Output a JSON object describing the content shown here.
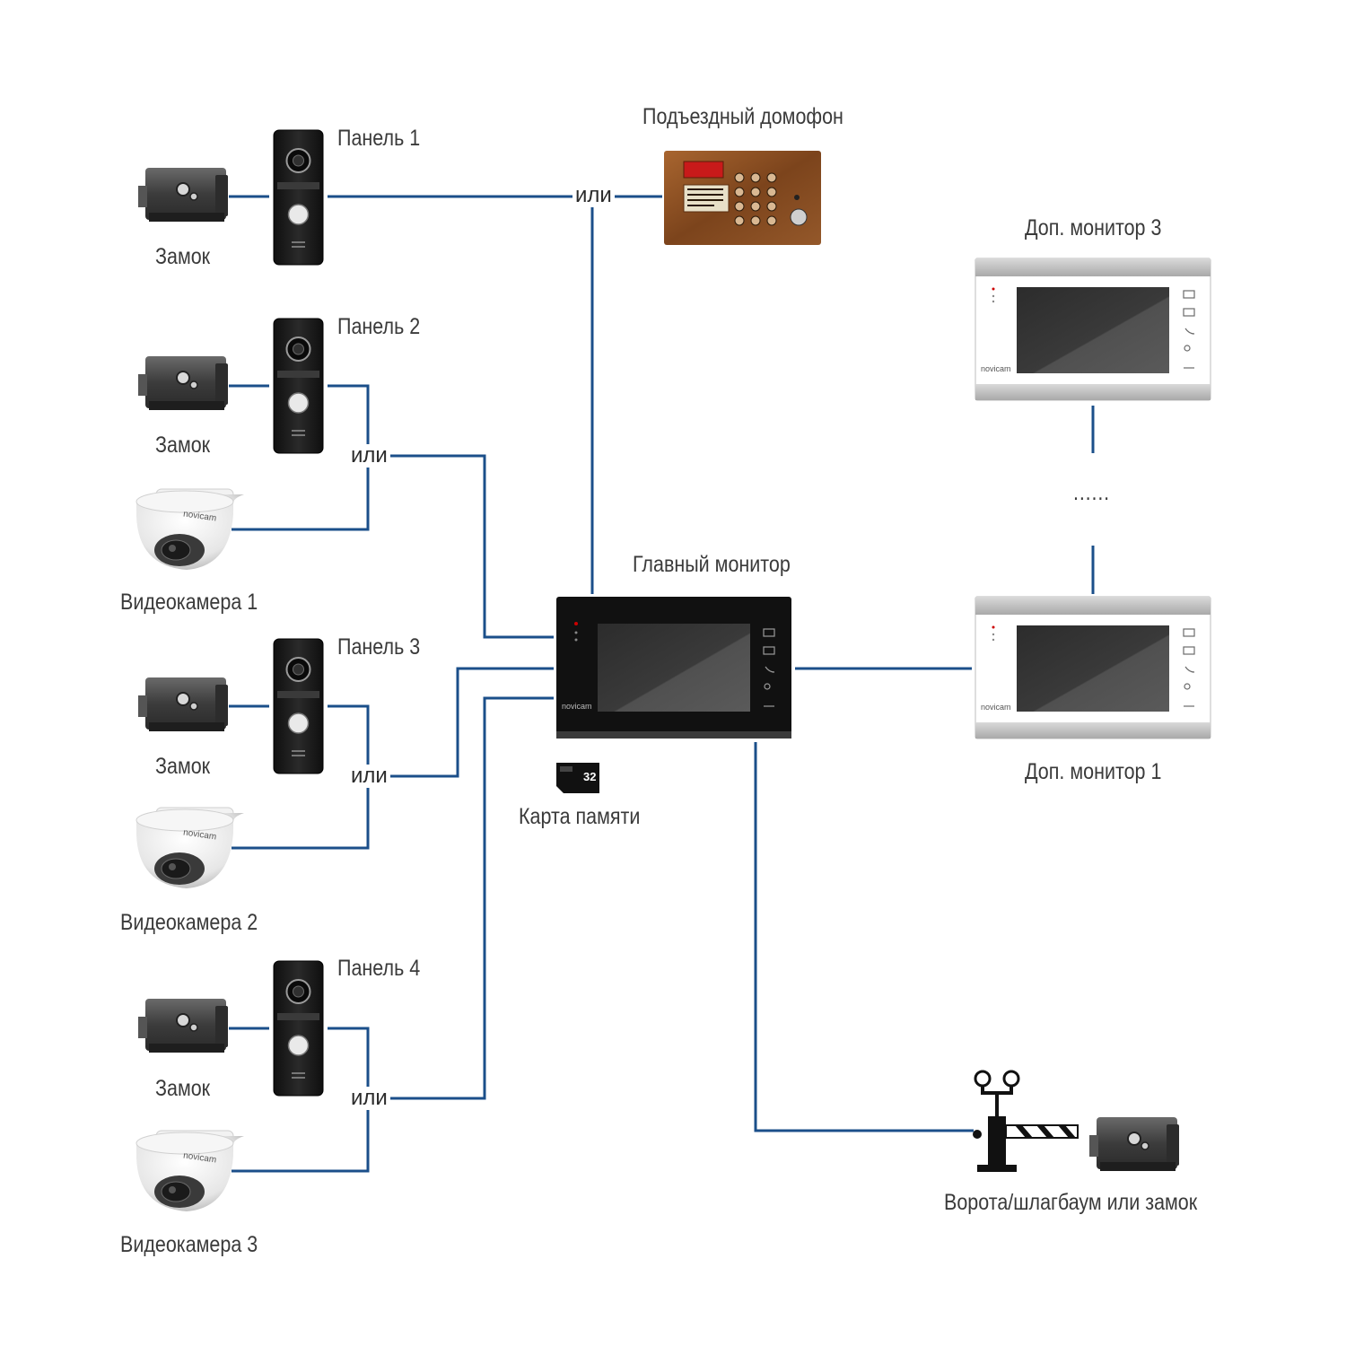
{
  "diagram": {
    "title_entrance_intercom": "Подъездный домофон",
    "panels": [
      {
        "label": "Панель 1",
        "lock_label": "Замок"
      },
      {
        "label": "Панель 2",
        "lock_label": "Замок",
        "camera_label": "Видеокамера 1"
      },
      {
        "label": "Панель 3",
        "lock_label": "Замок",
        "camera_label": "Видеокамера 2"
      },
      {
        "label": "Панель 4",
        "lock_label": "Замок",
        "camera_label": "Видеокамера 3"
      }
    ],
    "or_word": "или",
    "main_monitor": {
      "label": "Главный монитор",
      "brand": "novicam"
    },
    "memory_card": {
      "label": "Карта памяти",
      "card_text": "32"
    },
    "extra_monitors": [
      {
        "label": "Доп. монитор 3",
        "brand": "novicam"
      },
      {
        "label": "Доп. монитор 1",
        "brand": "novicam"
      }
    ],
    "ellipsis": "......",
    "gate": {
      "label": "Ворота/шлагбаум или замок"
    },
    "camera_brand": "novicam",
    "colors": {
      "wire": "#1b4f8a",
      "label_text": "#3a3a3a",
      "panel_body": "#1c1c1c",
      "intercom_bronze": "#8a4f24"
    }
  }
}
